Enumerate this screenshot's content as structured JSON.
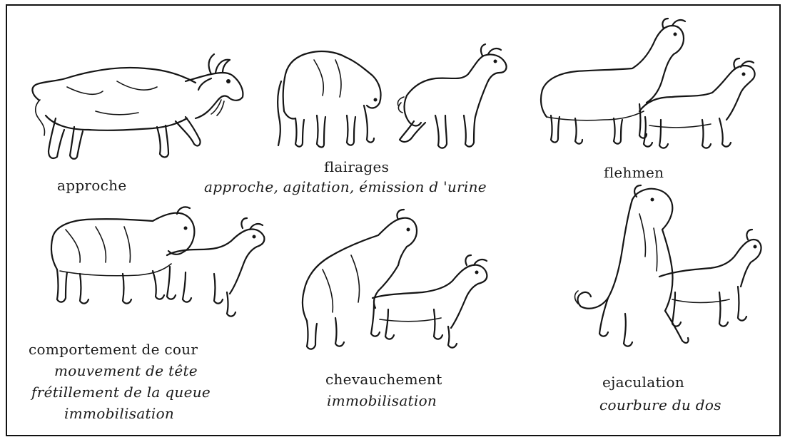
{
  "figure": {
    "panels": [
      {
        "id": "approche",
        "title": "approche",
        "subtitle": []
      },
      {
        "id": "flairages",
        "title": "flairages",
        "subtitle": [
          "approche, agitation, émission d 'urine"
        ]
      },
      {
        "id": "flehmen",
        "title": "flehmen",
        "subtitle": []
      },
      {
        "id": "cour",
        "title": "comportement de cour",
        "subtitle": [
          "mouvement de tête",
          "frétillement de la queue",
          "immobilisation"
        ]
      },
      {
        "id": "chevauchement",
        "title": "chevauchement",
        "subtitle": [
          "immobilisation"
        ]
      },
      {
        "id": "ejaculation",
        "title": "ejaculation",
        "subtitle": [
          "courbure du dos"
        ]
      }
    ]
  }
}
